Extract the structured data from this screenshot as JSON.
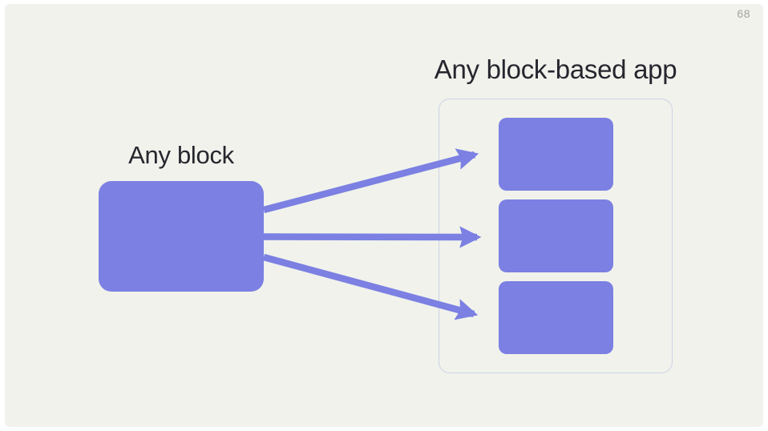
{
  "page": {
    "number": "68"
  },
  "diagram": {
    "source": {
      "label": "Any block"
    },
    "target": {
      "title": "Any block-based app",
      "blocks_count": 3
    },
    "arrows_count": 3
  },
  "colors": {
    "accent": "#7b80e2",
    "slide_background": "#f1f2ec",
    "frame": "#ffffff",
    "container_border": "#ccd3e6",
    "title_text": "#26262e",
    "page_number": "#a3a29e"
  }
}
